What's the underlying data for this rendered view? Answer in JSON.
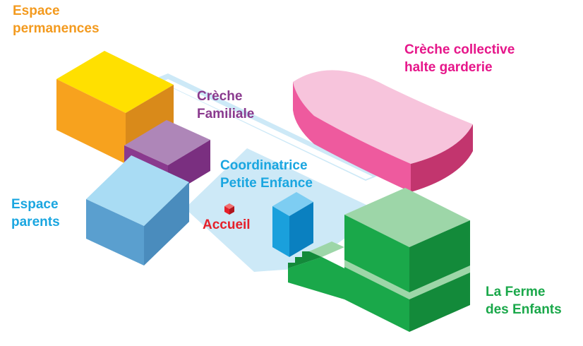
{
  "colors": {
    "orange": "#f39a1e",
    "purple": "#8a3a8e",
    "magenta": "#e6168a",
    "blue": "#1aa6e0",
    "red": "#e5202a",
    "green": "#1aa84a",
    "floor": "#cde9f7"
  },
  "labels": {
    "espace_permanences": [
      "Espace",
      "permanences"
    ],
    "creche_familiale": [
      "Crèche",
      "Familiale"
    ],
    "creche_collective": [
      "Crèche collective",
      "halte garderie"
    ],
    "coordinatrice": [
      "Coordinatrice",
      "Petite Enfance"
    ],
    "espace_parents": [
      "Espace",
      "parents"
    ],
    "accueil": "Accueil",
    "ferme_enfants": [
      "La Ferme",
      "des Enfants"
    ]
  }
}
